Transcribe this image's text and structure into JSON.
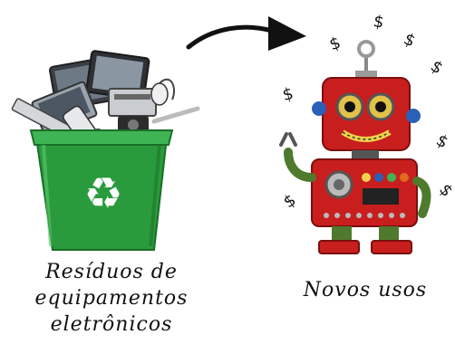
{
  "captions": {
    "left_lines": [
      "Resíduos de",
      "equipamentos",
      "eletrônicos"
    ],
    "right": "Novos usos"
  },
  "symbols": {
    "dollar": "$",
    "recycle": "♻"
  },
  "colors": {
    "bin_green": "#2a9b3c",
    "robot_red": "#c81e1e",
    "robot_green": "#4f7a2e",
    "arrow": "#111111"
  },
  "icons": [
    "recycle-bin",
    "electronic-waste",
    "recycle-icon",
    "arrow-icon",
    "robot",
    "dollar-icon"
  ]
}
